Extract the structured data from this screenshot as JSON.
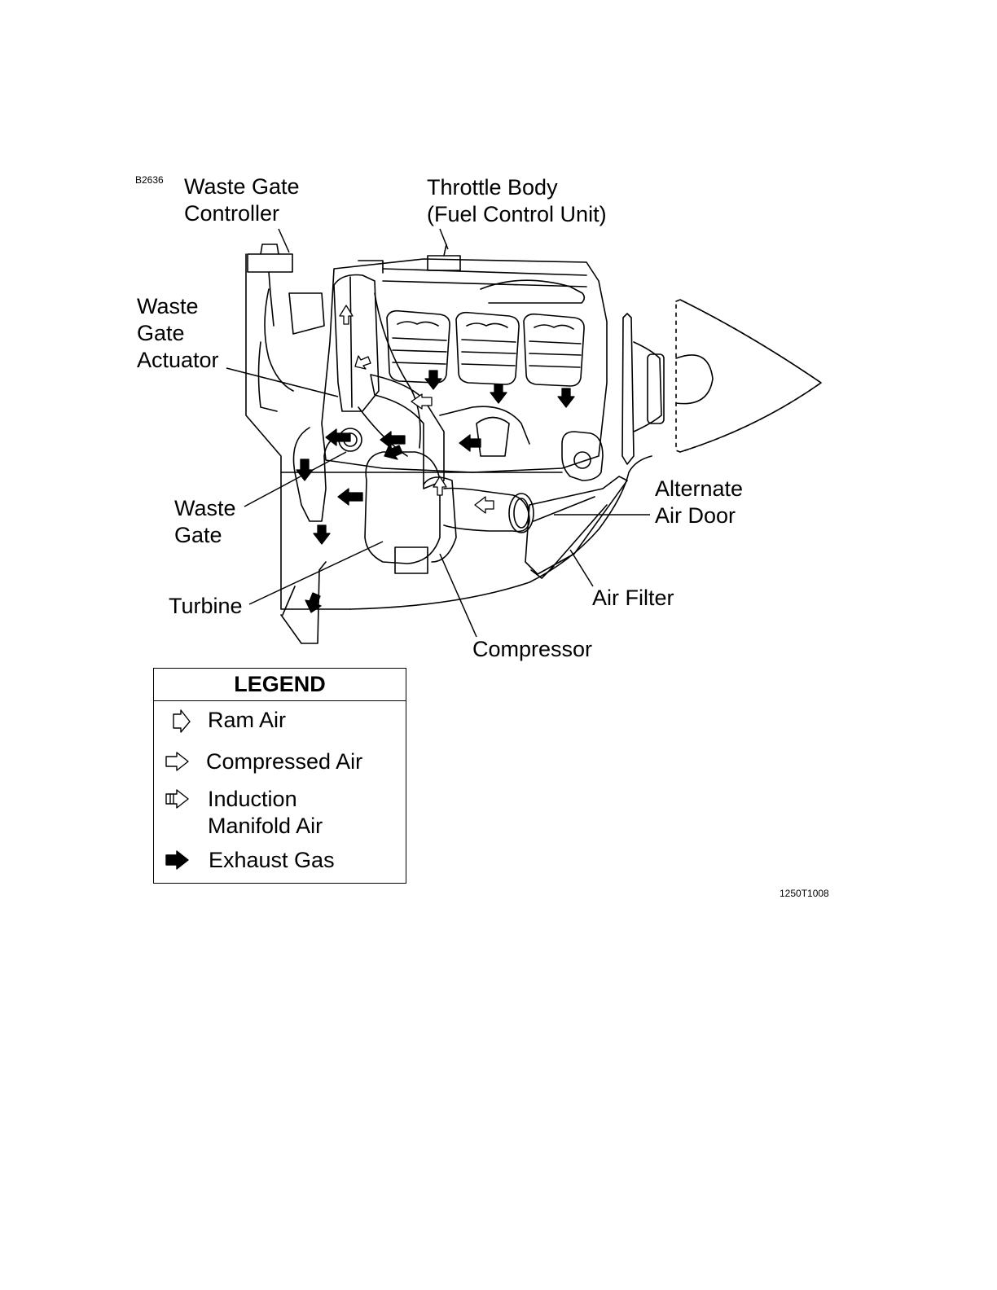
{
  "figure_code": "B2636",
  "drawing_number": "1250T1008",
  "labels": {
    "waste_gate_controller": [
      "Waste Gate",
      "Controller"
    ],
    "throttle_body": [
      "Throttle Body",
      "(Fuel Control Unit)"
    ],
    "waste_gate_actuator": [
      "Waste",
      "Gate",
      "Actuator"
    ],
    "waste_gate": [
      "Waste",
      "Gate"
    ],
    "turbine": "Turbine",
    "compressor": "Compressor",
    "alternate_air_door": [
      "Alternate",
      "Air Door"
    ],
    "air_filter": "Air Filter"
  },
  "legend": {
    "title": "LEGEND",
    "items": [
      {
        "label": "Ram Air",
        "icon": "ram-air-arrow-icon"
      },
      {
        "label": "Compressed Air",
        "icon": "compressed-air-arrow-icon"
      },
      {
        "label": [
          "Induction",
          "Manifold Air"
        ],
        "icon": "induction-manifold-air-arrow-icon"
      },
      {
        "label": "Exhaust Gas",
        "icon": "exhaust-gas-arrow-icon"
      }
    ]
  }
}
